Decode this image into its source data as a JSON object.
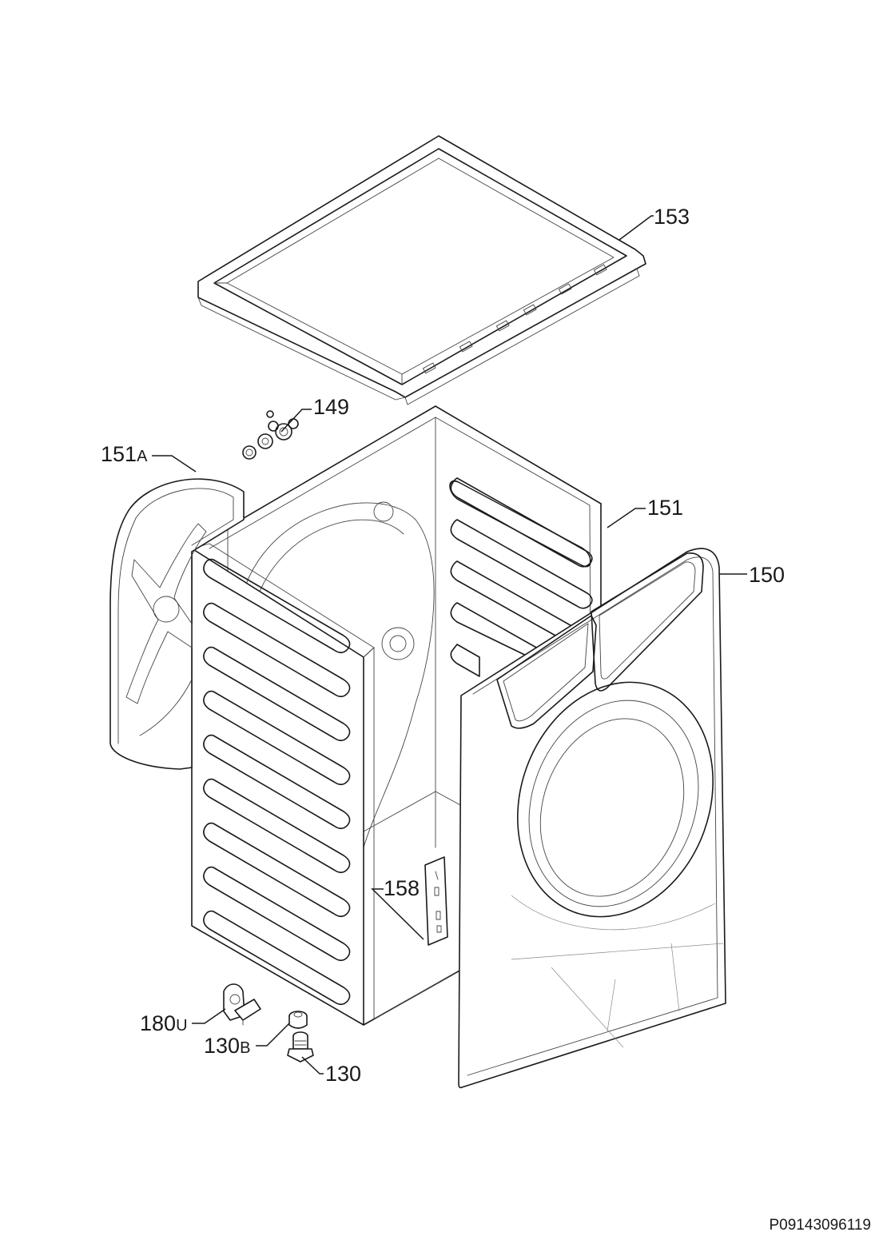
{
  "diagram": {
    "reference_code": "P09143096119",
    "callouts": [
      {
        "num": "153",
        "suffix": ""
      },
      {
        "num": "149",
        "suffix": ""
      },
      {
        "num": "151",
        "suffix": "A"
      },
      {
        "num": "151",
        "suffix": ""
      },
      {
        "num": "150",
        "suffix": ""
      },
      {
        "num": "158",
        "suffix": ""
      },
      {
        "num": "180",
        "suffix": "U"
      },
      {
        "num": "130",
        "suffix": "B"
      },
      {
        "num": "130",
        "suffix": ""
      }
    ]
  }
}
